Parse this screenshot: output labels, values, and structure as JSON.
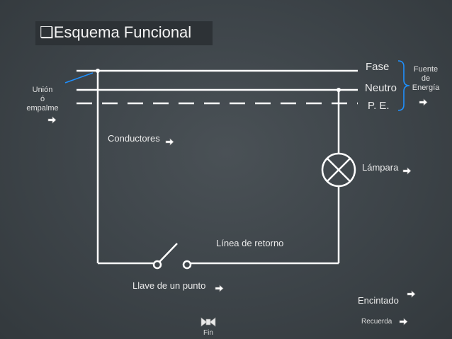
{
  "title": "Esquema Funcional",
  "wires": {
    "fase": "Fase",
    "neutro": "Neutro",
    "pe": "P. E."
  },
  "fuente": [
    "Fuente",
    "de",
    "Energía"
  ],
  "union": [
    "Unión",
    "ó",
    "empalme"
  ],
  "conductores": "Conductores",
  "lampara": "Lámpara",
  "retorno": "Línea de retorno",
  "llave": "Llave de un punto",
  "encintado": "Encintado",
  "recuerda": "Recuerda",
  "fin": "Fin",
  "colors": {
    "background": "#3f464b",
    "wire": "#ffffff",
    "accent": "#1e90ff",
    "text": "#eaeaea"
  }
}
